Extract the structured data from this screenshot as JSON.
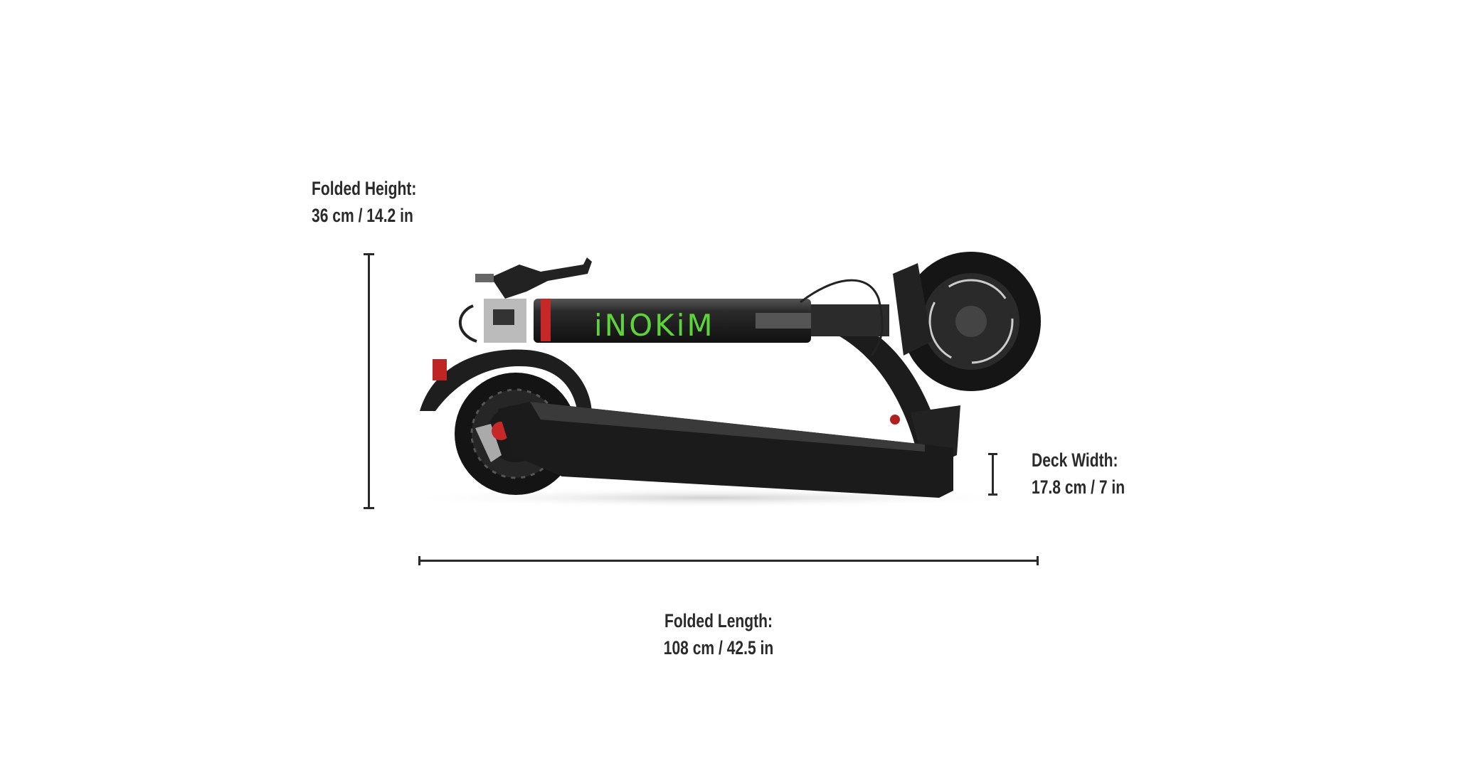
{
  "product": {
    "brand_logo": "iNOKiM",
    "brand_color": "#5fd33a"
  },
  "dimensions": {
    "folded_height": {
      "title": "Folded Height:",
      "value": "36 cm / 14.2  in"
    },
    "deck_width": {
      "title": "Deck Width:",
      "value": "17.8 cm / 7 in"
    },
    "folded_length": {
      "title": "Folded Length:",
      "value": "108 cm / 42.5 in"
    }
  }
}
